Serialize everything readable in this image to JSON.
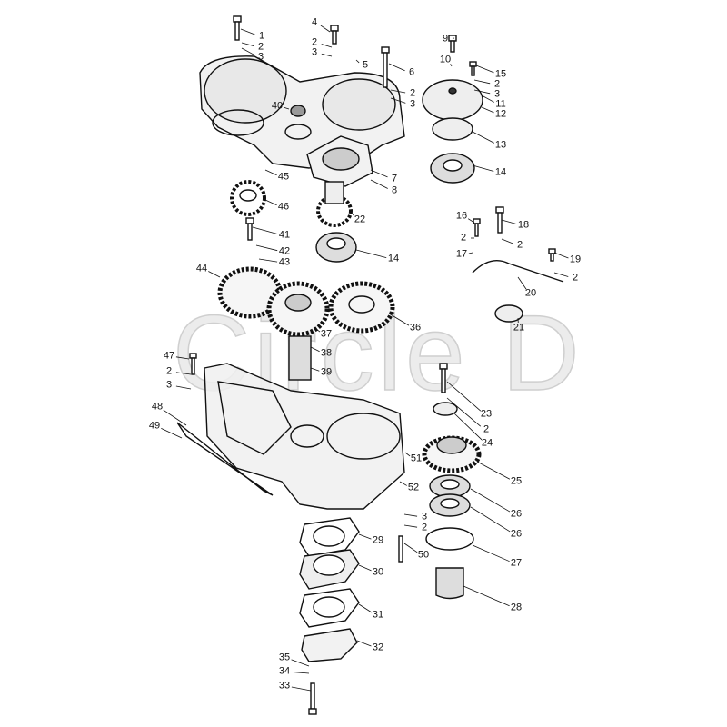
{
  "title": "Timing gear case exploded parts diagram",
  "watermark": "Circle D",
  "callouts": [
    "1",
    "2",
    "3",
    "4",
    "2",
    "3",
    "5",
    "6",
    "9",
    "10",
    "15",
    "2",
    "3",
    "2",
    "3",
    "11",
    "12",
    "40",
    "13",
    "14",
    "7",
    "8",
    "45",
    "46",
    "22",
    "16",
    "18",
    "2",
    "2",
    "17",
    "19",
    "2",
    "20",
    "21",
    "41",
    "42",
    "43",
    "44",
    "14",
    "36",
    "37",
    "38",
    "39",
    "47",
    "2",
    "3",
    "48",
    "49",
    "23",
    "2",
    "24",
    "51",
    "25",
    "52",
    "26",
    "26",
    "3",
    "2",
    "50",
    "27",
    "29",
    "30",
    "28",
    "31",
    "32",
    "35",
    "34",
    "33"
  ]
}
